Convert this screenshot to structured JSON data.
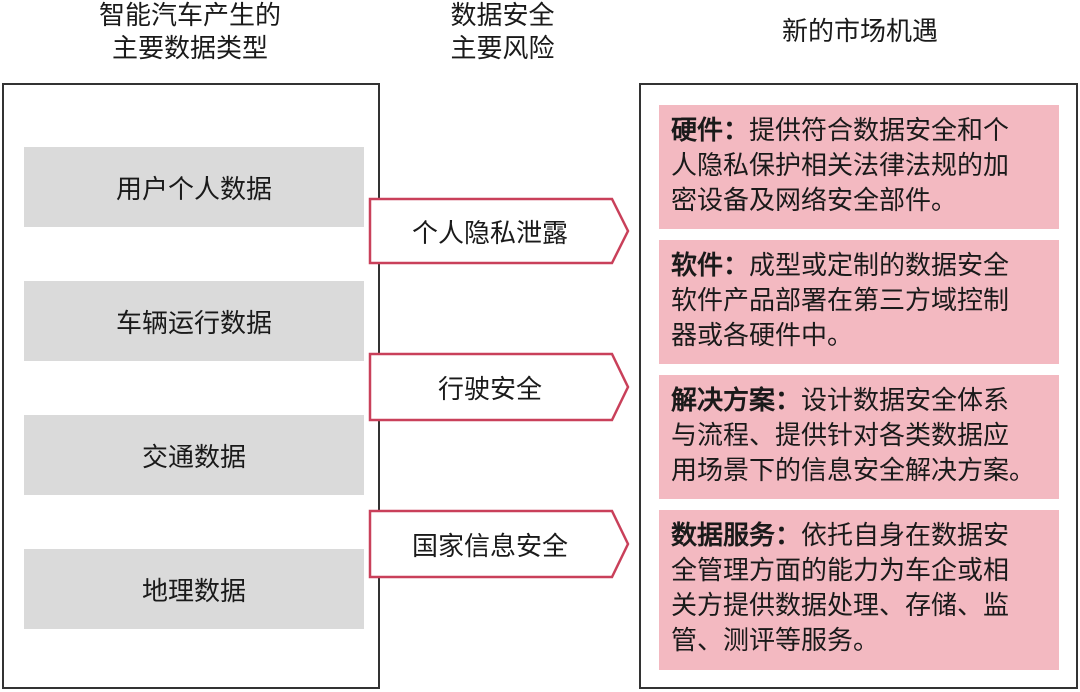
{
  "headers": {
    "left_line1": "智能汽车产生的",
    "left_line2": "主要数据类型",
    "mid_line1": "数据安全",
    "mid_line2": "主要风险",
    "right": "新的市场机遇"
  },
  "data_types": [
    "用户个人数据",
    "车辆运行数据",
    "交通数据",
    "地理数据"
  ],
  "risks": [
    "个人隐私泄露",
    "行驶安全",
    "国家信息安全"
  ],
  "opportunities": [
    {
      "title": "硬件：",
      "line1_rest": "提供符合数据安全和个",
      "line2": "人隐私保护相关法律法规的加",
      "line3": "密设备及网络安全部件。"
    },
    {
      "title": "软件：",
      "line1_rest": "成型或定制的数据安全",
      "line2": "软件产品部署在第三方域控制",
      "line3": "器或各硬件中。"
    },
    {
      "title": "解决方案：",
      "line1_rest": "设计数据安全体系",
      "line2": "与流程、提供针对各类数据应",
      "line3": "用场景下的信息安全解决方案。"
    },
    {
      "title": "数据服务：",
      "line1_rest": "依托自身在数据安",
      "line2": "全管理方面的能力为车企或相",
      "line3": "关方提供数据处理、存储、监",
      "line4": "管、测评等服务。"
    }
  ],
  "colors": {
    "risk_arrow_stroke": "#c9405a",
    "opportunity_fill": "#f3b9c1",
    "data_type_fill": "#dadada"
  }
}
